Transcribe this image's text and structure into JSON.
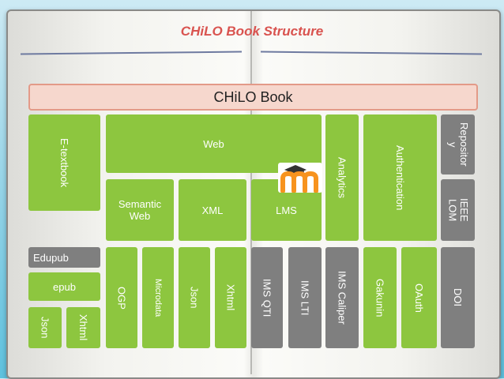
{
  "title": "CHiLO Book Structure",
  "banner": "CHiLO Book",
  "blocks": {
    "etextbook": "E-textbook",
    "web": "Web",
    "semantic_web": "Semantic Web",
    "xml": "XML",
    "lms": "LMS",
    "analytics": "Analytics",
    "authentication": "Authentication",
    "repository": "Repository",
    "ieee_lom": "IEEE LOM",
    "edupub": "Edupub",
    "epub": "epub",
    "json_left": "Json",
    "xhtml_left": "Xhtml",
    "ogp": "OGP",
    "microdata": "Microdata",
    "json_mid": "Json",
    "xhtml_mid": "Xhtml",
    "ims_qti": "IMS QTI",
    "ims_lti": "IMS LTI",
    "ims_caliper": "IMS Caliper",
    "gakunin": "Gakunin",
    "oauth": "OAuth",
    "doi": "DOI"
  },
  "colors": {
    "green": "#8dc63f",
    "gray": "#7f7f7f",
    "title": "#d9534f",
    "banner_fill": "#f6d7cd",
    "banner_border": "#e39a88"
  },
  "icons": [
    "moodle-logo-icon"
  ]
}
